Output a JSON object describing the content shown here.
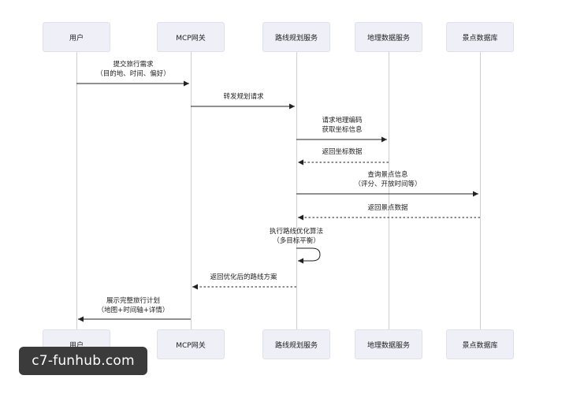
{
  "actors": [
    "用户",
    "MCP网关",
    "路线规划服务",
    "地理数据服务",
    "景点数据库"
  ],
  "messages": [
    {
      "from": 0,
      "to": 1,
      "dashed": false,
      "lines": [
        "提交旅行需求",
        "（目的地、时间、偏好）"
      ]
    },
    {
      "from": 1,
      "to": 2,
      "dashed": false,
      "lines": [
        "转发规划请求"
      ]
    },
    {
      "from": 2,
      "to": 3,
      "dashed": false,
      "lines": [
        "请求地理编码",
        "获取坐标信息"
      ]
    },
    {
      "from": 3,
      "to": 2,
      "dashed": true,
      "lines": [
        "返回坐标数据"
      ]
    },
    {
      "from": 2,
      "to": 4,
      "dashed": false,
      "lines": [
        "查询景点信息",
        "（评分、开放时间等）"
      ]
    },
    {
      "from": 4,
      "to": 2,
      "dashed": true,
      "lines": [
        "返回景点数据"
      ]
    },
    {
      "from": 2,
      "to": 2,
      "dashed": false,
      "self": true,
      "lines": [
        "执行路线优化算法",
        "（多目标平衡）"
      ]
    },
    {
      "from": 2,
      "to": 1,
      "dashed": true,
      "lines": [
        "返回优化后的路线方案"
      ]
    },
    {
      "from": 1,
      "to": 0,
      "dashed": false,
      "lines": [
        "展示完整旅行计划",
        "（地图+时间轴+详情）"
      ]
    }
  ],
  "watermark": "c7-funhub.com"
}
